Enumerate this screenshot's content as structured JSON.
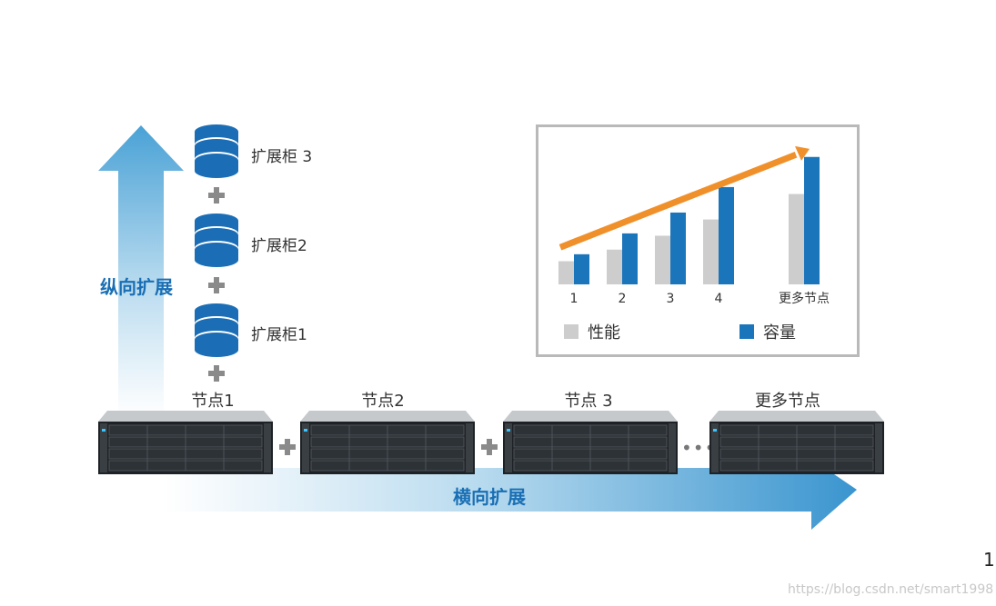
{
  "vertical_scaling": {
    "label": "纵向扩展"
  },
  "horizontal_scaling": {
    "label": "横向扩展"
  },
  "expansion_cabinets": [
    {
      "label": "扩展柜 3"
    },
    {
      "label": "扩展柜2"
    },
    {
      "label": "扩展柜1"
    }
  ],
  "nodes": [
    {
      "label": "节点1"
    },
    {
      "label": "节点2"
    },
    {
      "label": "节点 3"
    },
    {
      "label": "更多节点"
    }
  ],
  "ellipsis": "•••",
  "chart_data": {
    "type": "bar",
    "categories": [
      "1",
      "2",
      "3",
      "4",
      "更多节点"
    ],
    "series": [
      {
        "name": "性能",
        "color": "#cdcdcd",
        "values": [
          1.0,
          1.5,
          2.1,
          2.8,
          3.9
        ]
      },
      {
        "name": "容量",
        "color": "#1b75bb",
        "values": [
          1.3,
          2.2,
          3.1,
          4.2,
          5.5
        ]
      }
    ],
    "trend_arrow_color": "#f0902a",
    "ylim": [
      0,
      6
    ],
    "title": "",
    "xlabel": "",
    "ylabel": "",
    "legend_position": "bottom"
  },
  "colors": {
    "accent_blue": "#1a6fb4",
    "arrow_blue": "#4a9fd5",
    "cabinet_blue": "#1b6eb5",
    "performance_gray": "#cdcdcd",
    "capacity_blue": "#1b75bb",
    "trend_orange": "#f0902a"
  },
  "page_number": "1",
  "watermark": "https://blog.csdn.net/smart1998"
}
